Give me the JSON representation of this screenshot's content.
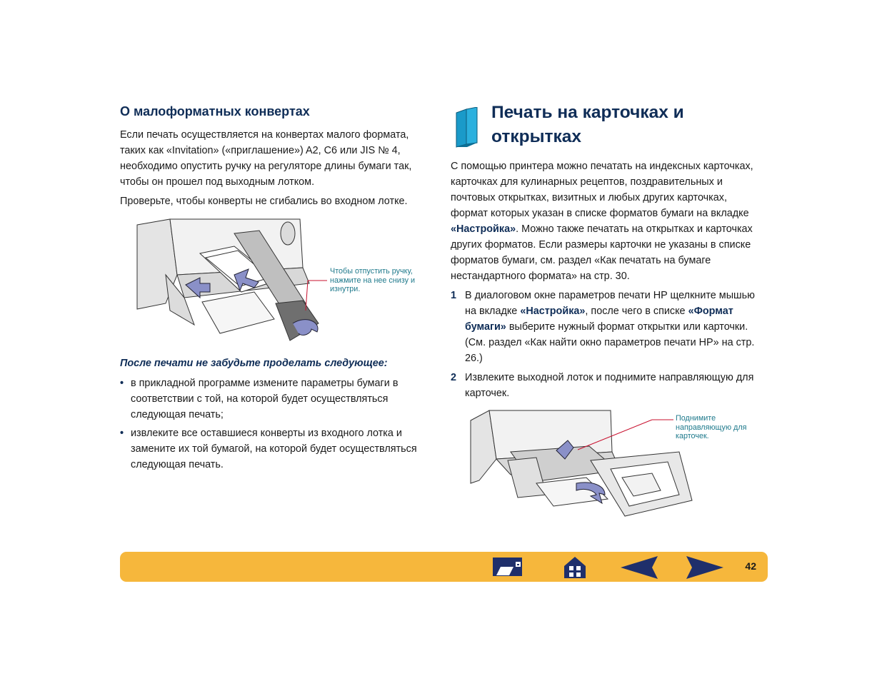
{
  "left": {
    "heading": "О малоформатных конвертах",
    "paragraph1": "Если печать осуществляется на конвертах малого формата, таких как «Invitation» («приглашение») A2, C6 или JIS № 4, необходимо опустить ручку на регуляторе длины бумаги так, чтобы он прошел под выходным лотком.",
    "paragraph2": "Проверьте, чтобы конверты не сгибались во входном лотке.",
    "figure_callout": "Чтобы отпустить ручку, нажмите на нее снизу и изнутри.",
    "after_print_heading": "После печати не забудьте проделать следующее:",
    "bullet_char": "•",
    "bullets": [
      "в прикладной программе измените параметры бумаги в соответствии с той, на которой будет осуществляться следующая печать;",
      "извлеките все оставшиеся конверты из входного лотка и замените их той бумагой, на которой будет осуществляться следующая печать."
    ]
  },
  "right": {
    "heading": "Печать на карточках и открытках",
    "intro_part1": "С помощью принтера можно печатать на индексных карточках, карточках для кулинарных рецептов, поздравительных и почтовых открытках, визитных и любых других карточках, формат которых указан в списке форматов бумаги на вкладке ",
    "intro_bold": "«Настройка»",
    "intro_part2": ". Можно также печатать на открытках и карточках других форматов. Если размеры карточки не указаны в списке форматов бумаги, см. раздел «Как печатать на бумаге нестандартного формата» на стр. 30.",
    "steps": [
      {
        "number": "1",
        "text_a": "В диалоговом окне параметров печати HP щелкните мышью на вкладке ",
        "bold_a": "«Настройка»",
        "text_b": ", после чего в списке ",
        "bold_b": "«Формат бумаги»",
        "text_c": " выберите нужный формат открытки или карточки. (См. раздел «Как найти окно параметров печати HP» на стр. 26.)"
      },
      {
        "number": "2",
        "text": "Извлеките выходной лоток и поднимите направляющую для карточек."
      }
    ],
    "figure_callout": "Поднимите направляющую для карточек."
  },
  "navbar": {
    "page_number": "42",
    "bg_color": "#f6b73c",
    "icons": [
      "printer-card-icon",
      "home-grid-icon",
      "arrow-left-icon",
      "arrow-right-icon"
    ]
  },
  "colors": {
    "heading": "#0f2d57",
    "callout": "#1f7a8c",
    "book_icon": "#1a9ac9",
    "nav_arrow": "#1f2f6b"
  }
}
